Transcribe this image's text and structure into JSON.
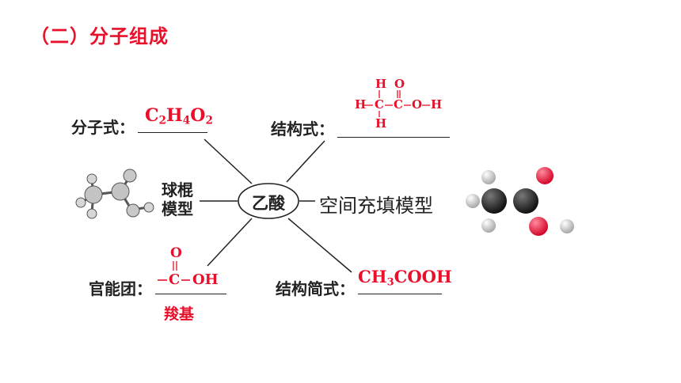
{
  "title": "（二）分子组成",
  "center": "乙酸",
  "molecular_formula": {
    "label": "分子式：",
    "value": {
      "c": "C",
      "n1": "2",
      "h": "H",
      "n2": "4",
      "o": "O",
      "n3": "2"
    }
  },
  "structural_formula": {
    "label": "结构式：",
    "top_row": {
      "h": "H",
      "o": "O"
    },
    "main_row": [
      "H",
      "C",
      "C",
      "O",
      "H"
    ],
    "bottom_row": {
      "h": "H"
    }
  },
  "ball_stick": {
    "label_line1": "球棍",
    "label_line2": "模型"
  },
  "space_filling": {
    "label": "空间充填模型"
  },
  "functional_group": {
    "label": "官能团：",
    "top": "O",
    "main": [
      "C",
      "OH"
    ],
    "name": "羧基"
  },
  "condensed_formula": {
    "label": "结构简式：",
    "value": {
      "a": "CH",
      "n": "3",
      "b": "COOH"
    }
  },
  "colors": {
    "accent": "#e8102a",
    "text": "#222222",
    "carbon": "#1a1a1a",
    "oxygen": "#e8102a",
    "hydrogen": "#e0e0e0",
    "ball_stick_gray": "#c8c8c8"
  }
}
